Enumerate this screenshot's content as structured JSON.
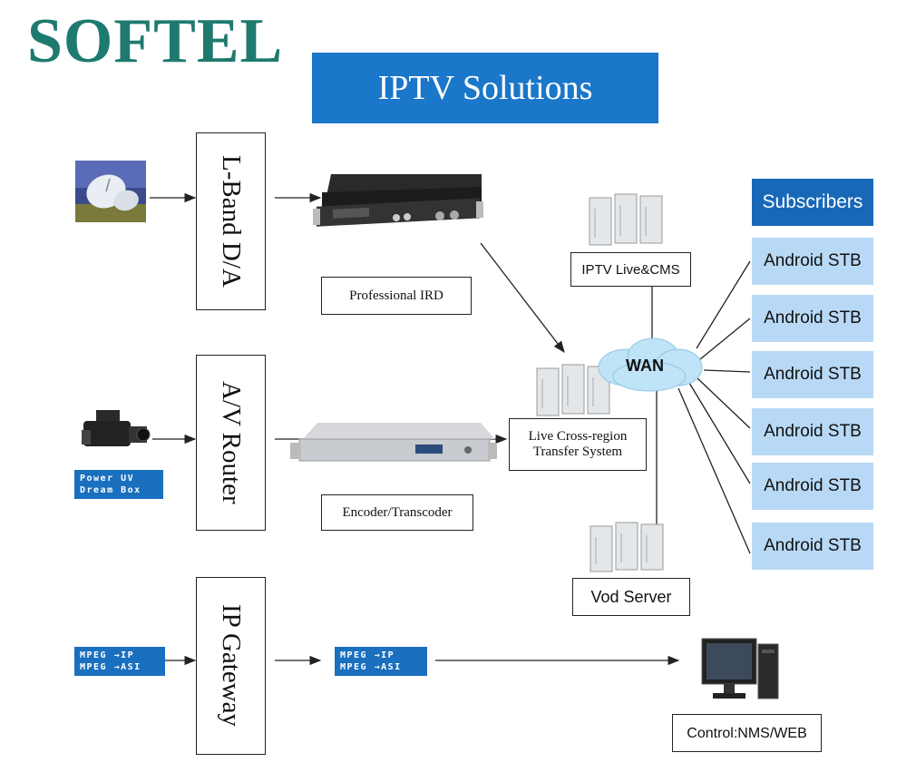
{
  "brand": {
    "logo": "SOFTEL"
  },
  "title": "IPTV Solutions",
  "blocks": {
    "lband": "L-Band D/A",
    "avrouter": "A/V Router",
    "ipgateway": "IP Gateway"
  },
  "devices": {
    "ird": "Professional IRD",
    "encoder": "Encoder/Transcoder",
    "iptv_cms": "IPTV Live&CMS",
    "cross_region_line1": "Live Cross-region",
    "cross_region_line2": "Transfer System",
    "vod": "Vod Server",
    "control": "Control:NMS/WEB",
    "wan": "WAN"
  },
  "tags": {
    "dreambox_line1": "Power UV",
    "dreambox_line2": "Dream Box",
    "mpeg_line1": "MPEG →IP",
    "mpeg_line2": "MPEG →ASI"
  },
  "subscribers": {
    "header": "Subscribers",
    "items": [
      "Android STB",
      "Android STB",
      "Android STB",
      "Android STB",
      "Android STB",
      "Android STB"
    ]
  },
  "colors": {
    "logo": "#1e7a6e",
    "banner": "#1a77c9",
    "subscriber_header": "#1868b8",
    "subscriber_item": "#b8d9f5",
    "tag": "#1a6fbf",
    "cloud": "#bfe3f7"
  },
  "icons": {
    "satellite": "satellite-dish-icon",
    "camera": "video-camera-icon",
    "server": "server-rack-icon",
    "computer": "desktop-computer-icon"
  }
}
